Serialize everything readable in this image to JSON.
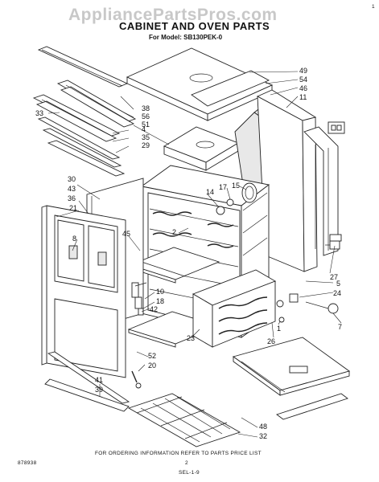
{
  "watermark": "AppliancePartsPros.com",
  "title": "CABINET AND OVEN PARTS",
  "subtitle": "For Model: SB130PEK-0",
  "footer_note": "FOR ORDERING INFORMATION REFER TO PARTS PRICE LIST",
  "diagram_code": "878938",
  "page_number": "2",
  "bottom_mark": "SEL-1-9",
  "corner_mark": "1",
  "callouts": [
    {
      "id": "c49",
      "label": "49"
    },
    {
      "id": "c54",
      "label": "54"
    },
    {
      "id": "c46",
      "label": "46"
    },
    {
      "id": "c11",
      "label": "11"
    },
    {
      "id": "c38",
      "label": "38"
    },
    {
      "id": "c56",
      "label": "56"
    },
    {
      "id": "c51",
      "label": "51"
    },
    {
      "id": "c33",
      "label": "33"
    },
    {
      "id": "c4",
      "label": "4"
    },
    {
      "id": "c35",
      "label": "35"
    },
    {
      "id": "c29",
      "label": "29"
    },
    {
      "id": "c30",
      "label": "30"
    },
    {
      "id": "c43",
      "label": "43"
    },
    {
      "id": "c36",
      "label": "36"
    },
    {
      "id": "c21",
      "label": "21"
    },
    {
      "id": "c14",
      "label": "14"
    },
    {
      "id": "c17",
      "label": "17"
    },
    {
      "id": "c15",
      "label": "15"
    },
    {
      "id": "c2",
      "label": "2"
    },
    {
      "id": "c45",
      "label": "45"
    },
    {
      "id": "c8",
      "label": "8"
    },
    {
      "id": "c10",
      "label": "10"
    },
    {
      "id": "c18",
      "label": "18"
    },
    {
      "id": "c42",
      "label": "42"
    },
    {
      "id": "c27",
      "label": "27"
    },
    {
      "id": "c5",
      "label": "5"
    },
    {
      "id": "c24",
      "label": "24"
    },
    {
      "id": "c7",
      "label": "7"
    },
    {
      "id": "c1",
      "label": "1"
    },
    {
      "id": "c26",
      "label": "26"
    },
    {
      "id": "c23",
      "label": "23"
    },
    {
      "id": "c52",
      "label": "52"
    },
    {
      "id": "c20",
      "label": "20"
    },
    {
      "id": "c41",
      "label": "41"
    },
    {
      "id": "c39",
      "label": "39"
    },
    {
      "id": "c48",
      "label": "48"
    },
    {
      "id": "c32",
      "label": "32"
    }
  ]
}
